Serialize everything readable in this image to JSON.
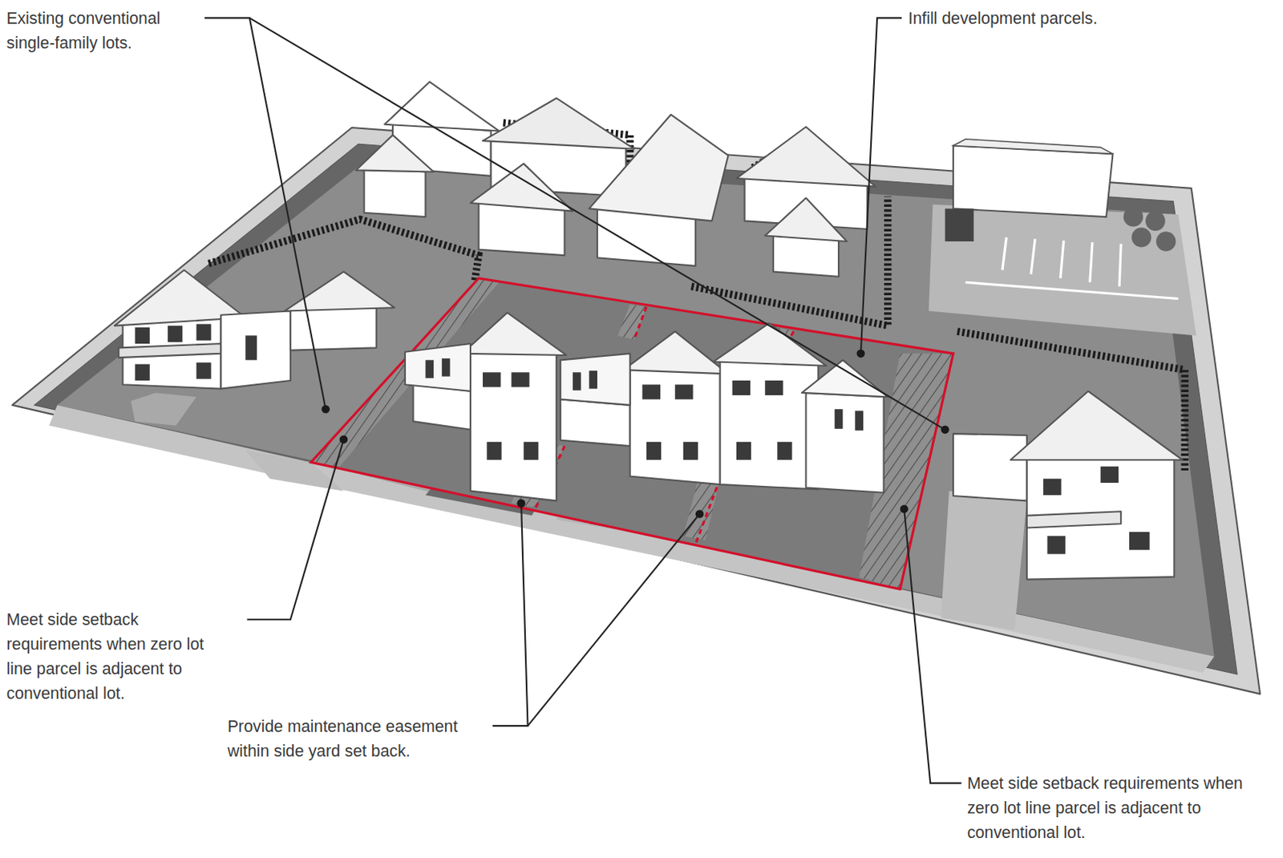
{
  "diagram": {
    "labels": [
      "Existing conventional single-family lots.",
      "Infill development parcels.",
      "Meet side setback requirements when zero lot line parcel is adjacent to conventional lot.",
      "Provide maintenance easement within side yard set back.",
      "Meet side setback requirements when zero lot line parcel is adjacent to conventional lot."
    ]
  }
}
